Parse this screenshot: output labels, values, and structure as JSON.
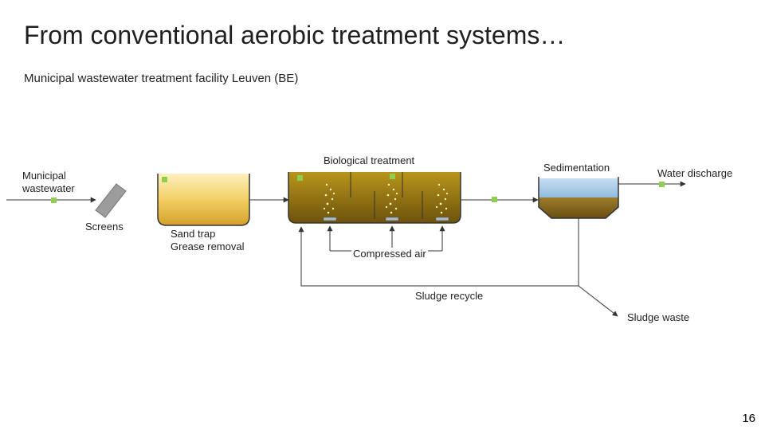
{
  "title": "From conventional aerobic treatment systems…",
  "subtitle": "Municipal wastewater treatment facility Leuven (BE)",
  "labels": {
    "municipal_line1": "Municipal",
    "municipal_line2": "wastewater",
    "screens": "Screens",
    "sand_trap": "Sand trap",
    "grease_removal": "Grease removal",
    "biological_treatment": "Biological treatment",
    "compressed_air": "Compressed air",
    "sedimentation": "Sedimentation",
    "water_discharge": "Water discharge",
    "sludge_recycle": "Sludge recycle",
    "sludge_waste": "Sludge waste"
  },
  "colors": {
    "sand_trap_fill_top": "#fbe9a6",
    "sand_trap_fill_bottom": "#d9a72b",
    "bio_tank_fill_top": "#b28f12",
    "bio_tank_fill_bottom": "#6f5309",
    "clarifier_water": "#7eb1dc",
    "clarifier_sludge": "#7a5a12",
    "marker_green": "#8fcf4f",
    "line": "#333333"
  },
  "page_number": "16"
}
